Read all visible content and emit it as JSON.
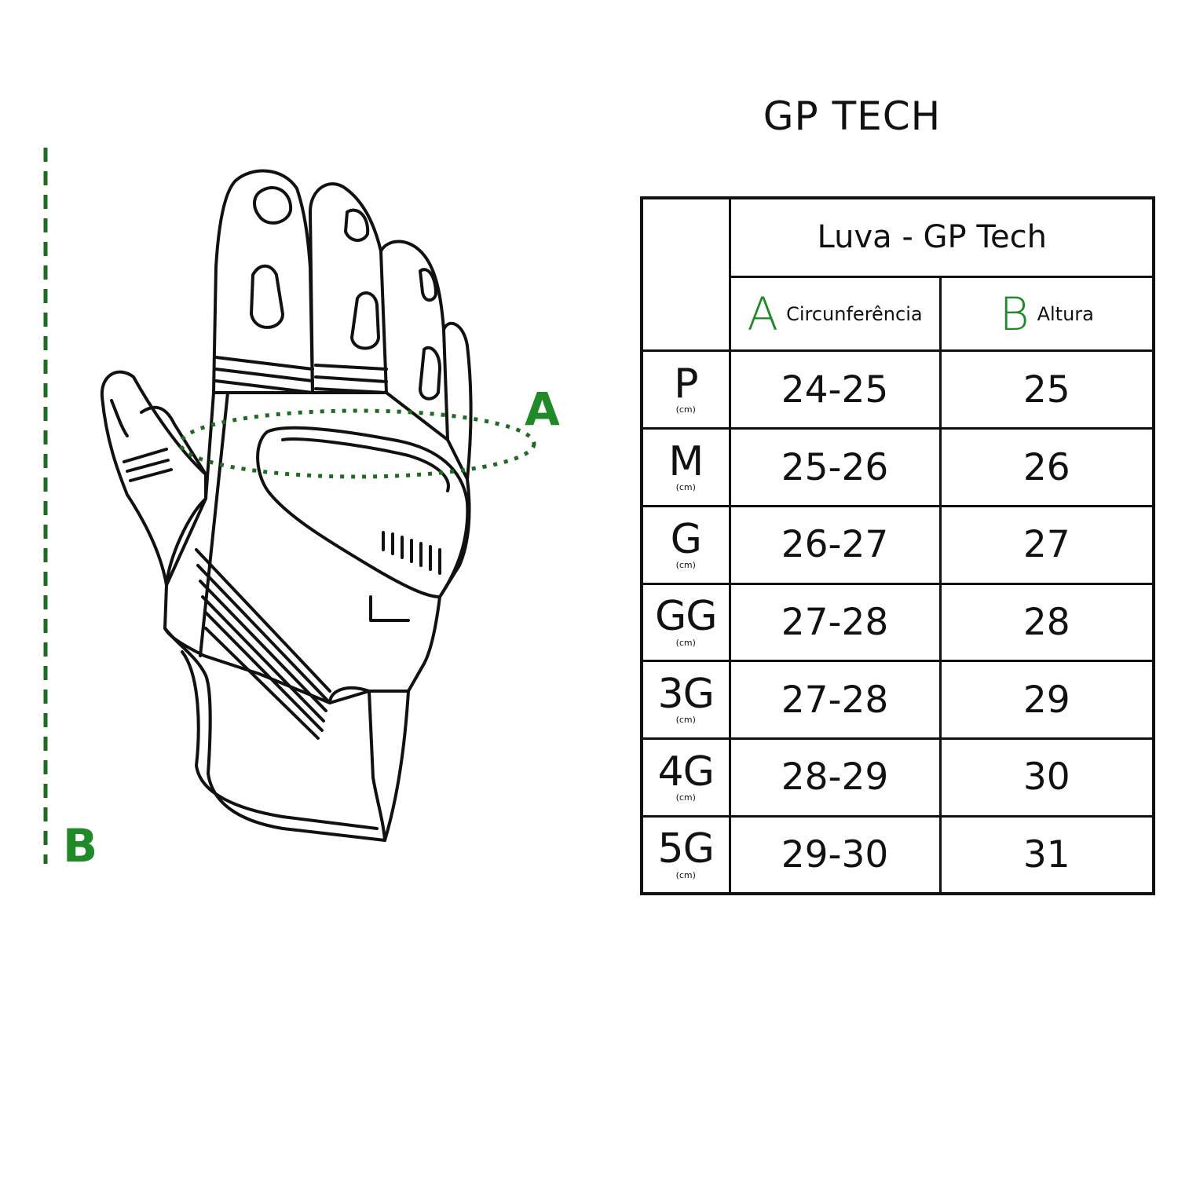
{
  "diagram": {
    "marker_a": "A",
    "marker_b": "B",
    "accent_color": "#1f8a27"
  },
  "title": "GP TECH",
  "table": {
    "product_header": "Luva - GP Tech",
    "measures": [
      {
        "letter": "A",
        "name": "Circunferência"
      },
      {
        "letter": "B",
        "name": "Altura"
      }
    ],
    "rows": [
      {
        "size": "P",
        "unit": "(cm)",
        "a": "24-25",
        "b": "25"
      },
      {
        "size": "M",
        "unit": "(cm)",
        "a": "25-26",
        "b": "26"
      },
      {
        "size": "G",
        "unit": "(cm)",
        "a": "26-27",
        "b": "27"
      },
      {
        "size": "GG",
        "unit": "(cm)",
        "a": "27-28",
        "b": "28"
      },
      {
        "size": "3G",
        "unit": "(cm)",
        "a": "27-28",
        "b": "29"
      },
      {
        "size": "4G",
        "unit": "(cm)",
        "a": "28-29",
        "b": "30"
      },
      {
        "size": "5G",
        "unit": "(cm)",
        "a": "29-30",
        "b": "31"
      }
    ]
  }
}
